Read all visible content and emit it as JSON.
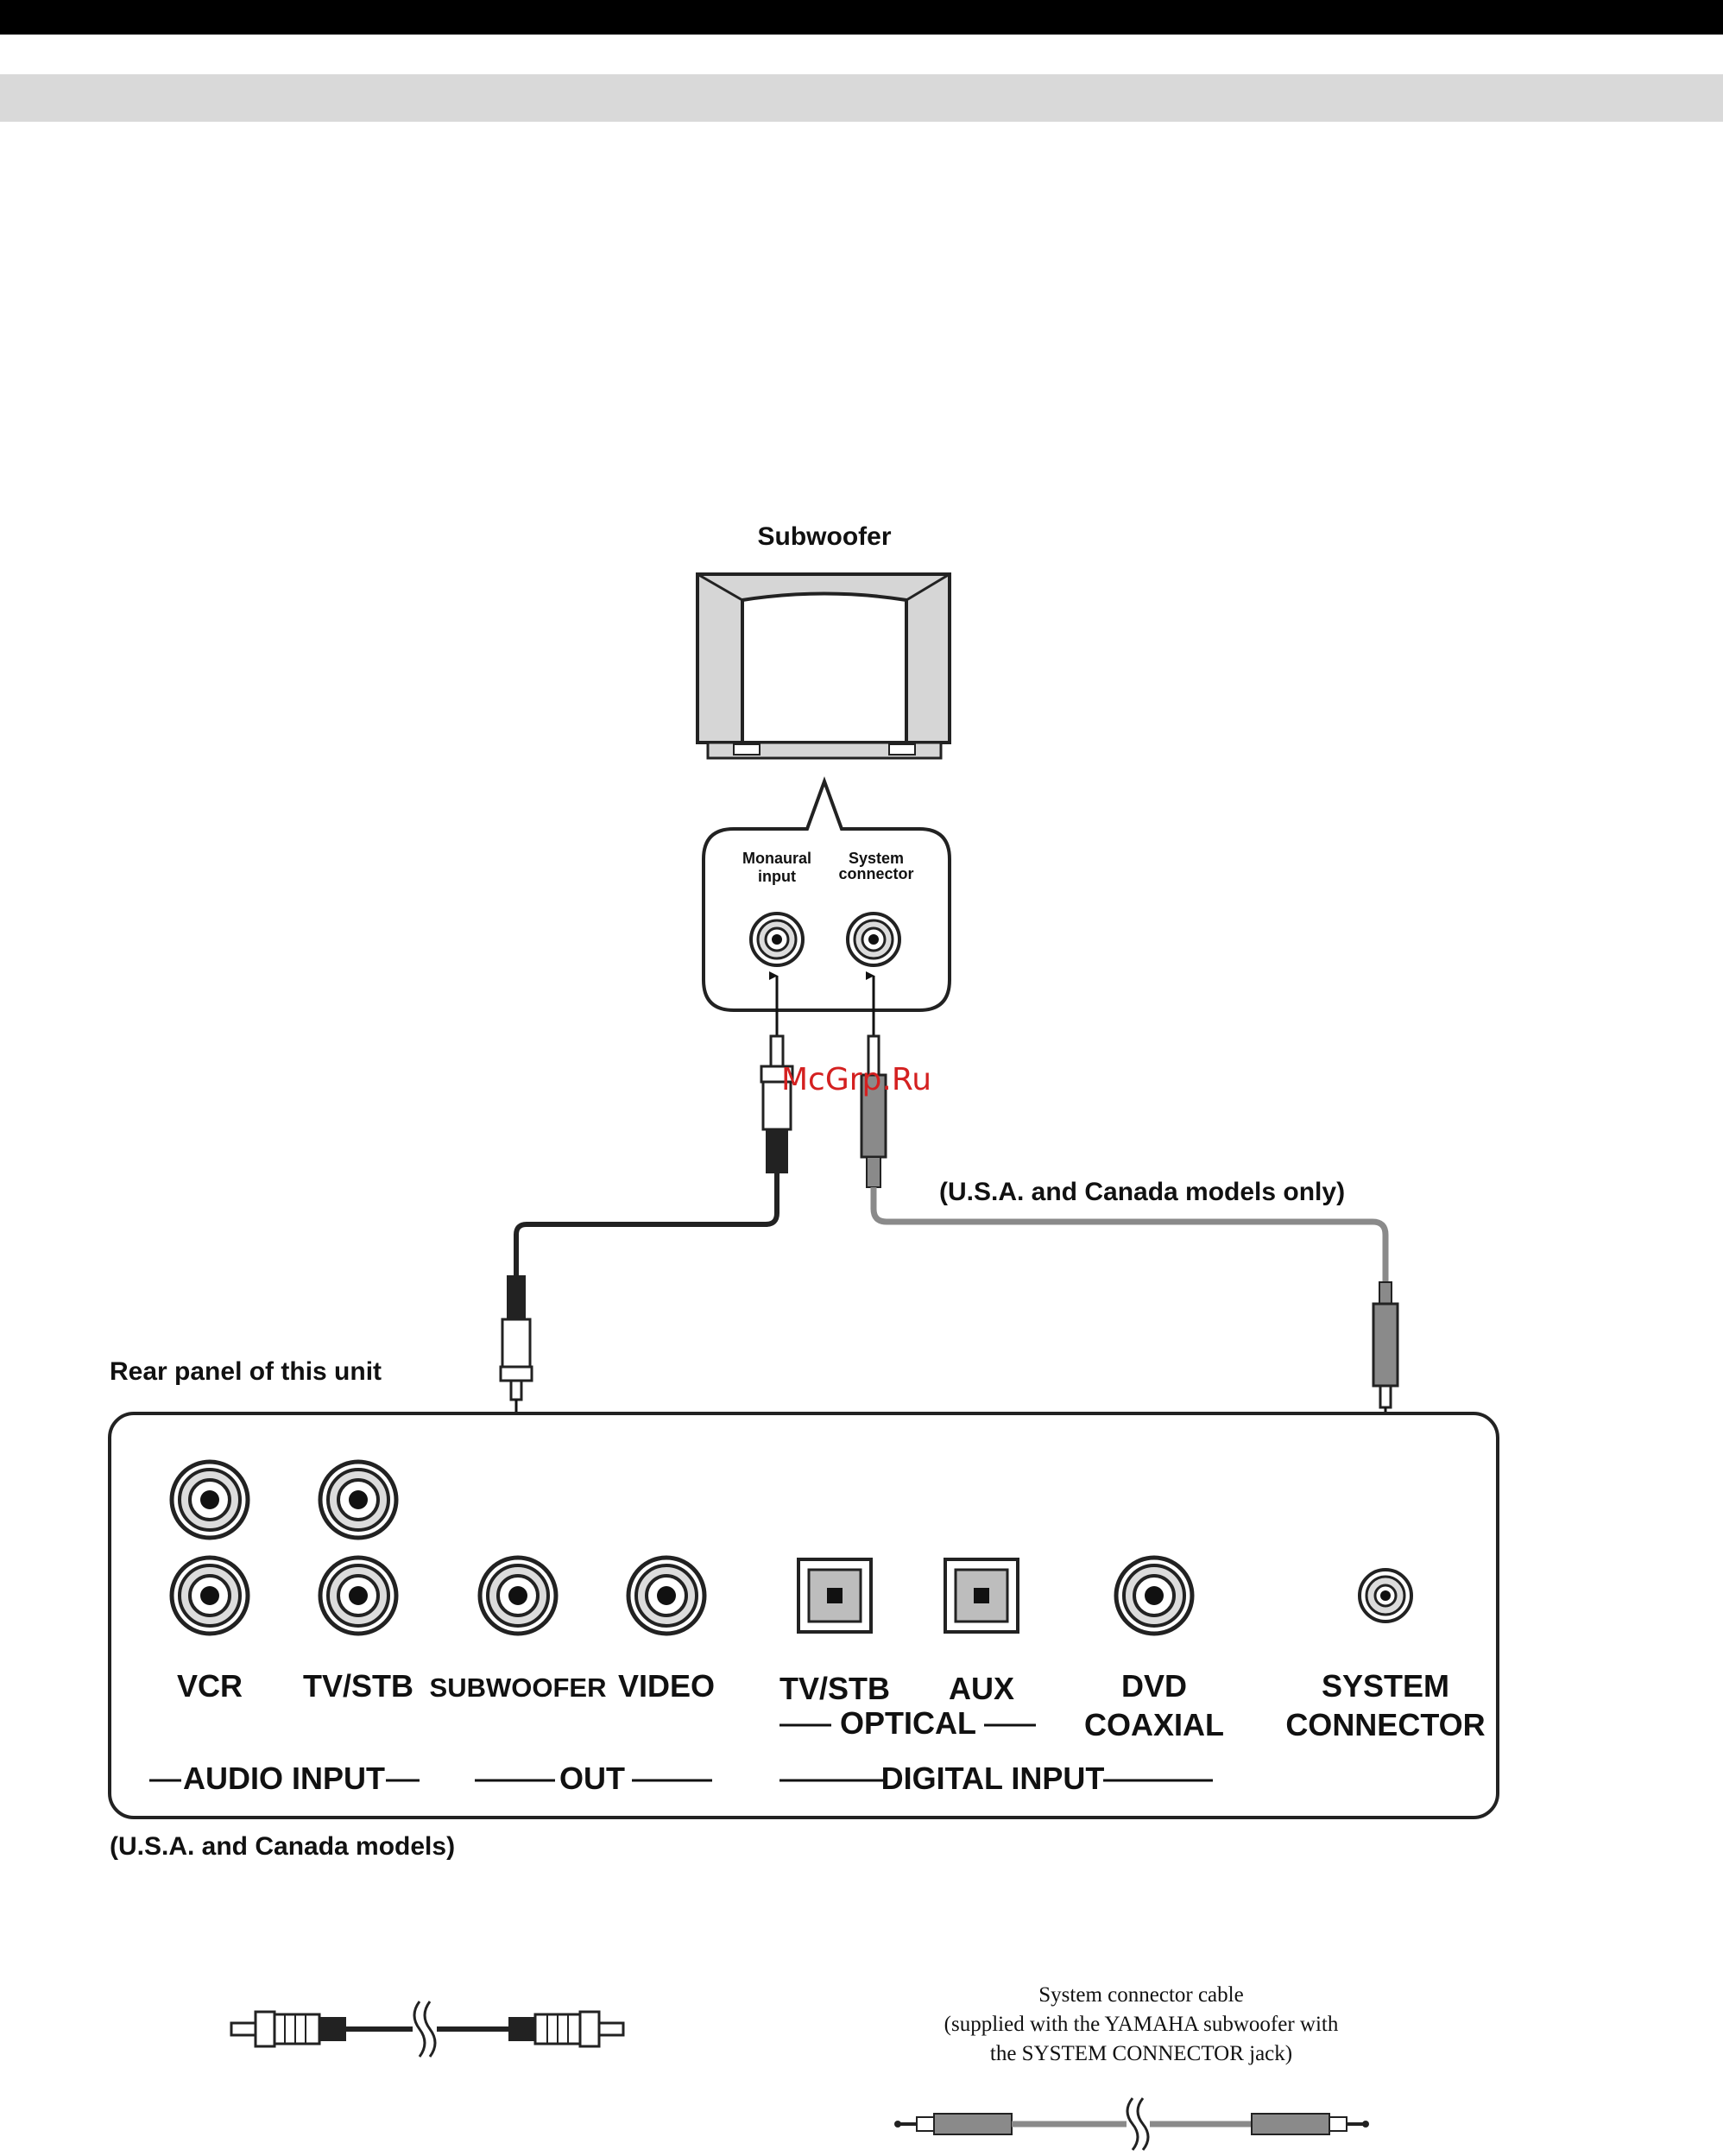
{
  "title": "Subwoofer",
  "subwoofer_panel": {
    "monaural_line1": "Monaural",
    "monaural_line2": "input",
    "system_line1": "System",
    "system_line2": "connector"
  },
  "watermark": "McGrp.Ru",
  "cable_note": "(U.S.A. and Canada models only)",
  "rear_panel_title": "Rear panel of this unit",
  "rear_panel": {
    "jack_labels": {
      "vcr": "VCR",
      "tv_stb": "TV/STB",
      "subwoofer": "SUBWOOFER",
      "video": "VIDEO",
      "optical_tv_stb": "TV/STB",
      "aux": "AUX",
      "dvd": "DVD",
      "coaxial": "COAXIAL",
      "system": "SYSTEM",
      "connector": "CONNECTOR"
    },
    "group_labels": {
      "optical": "OPTICAL",
      "audio_input": "AUDIO INPUT",
      "out": "OUT",
      "digital_input": "DIGITAL INPUT"
    }
  },
  "region_note": "(U.S.A. and Canada models)",
  "legend": {
    "system_cable_line1": "System connector cable",
    "system_cable_line2": "(supplied with the YAMAHA subwoofer with",
    "system_cable_line3": "the SYSTEM CONNECTOR jack)"
  },
  "colors": {
    "bar": "#000000",
    "band": "#d9d9d9",
    "watermark": "#d42020",
    "subwoofer_fill": "#d6d6d6",
    "cable_gray": "#8a8a8a"
  }
}
